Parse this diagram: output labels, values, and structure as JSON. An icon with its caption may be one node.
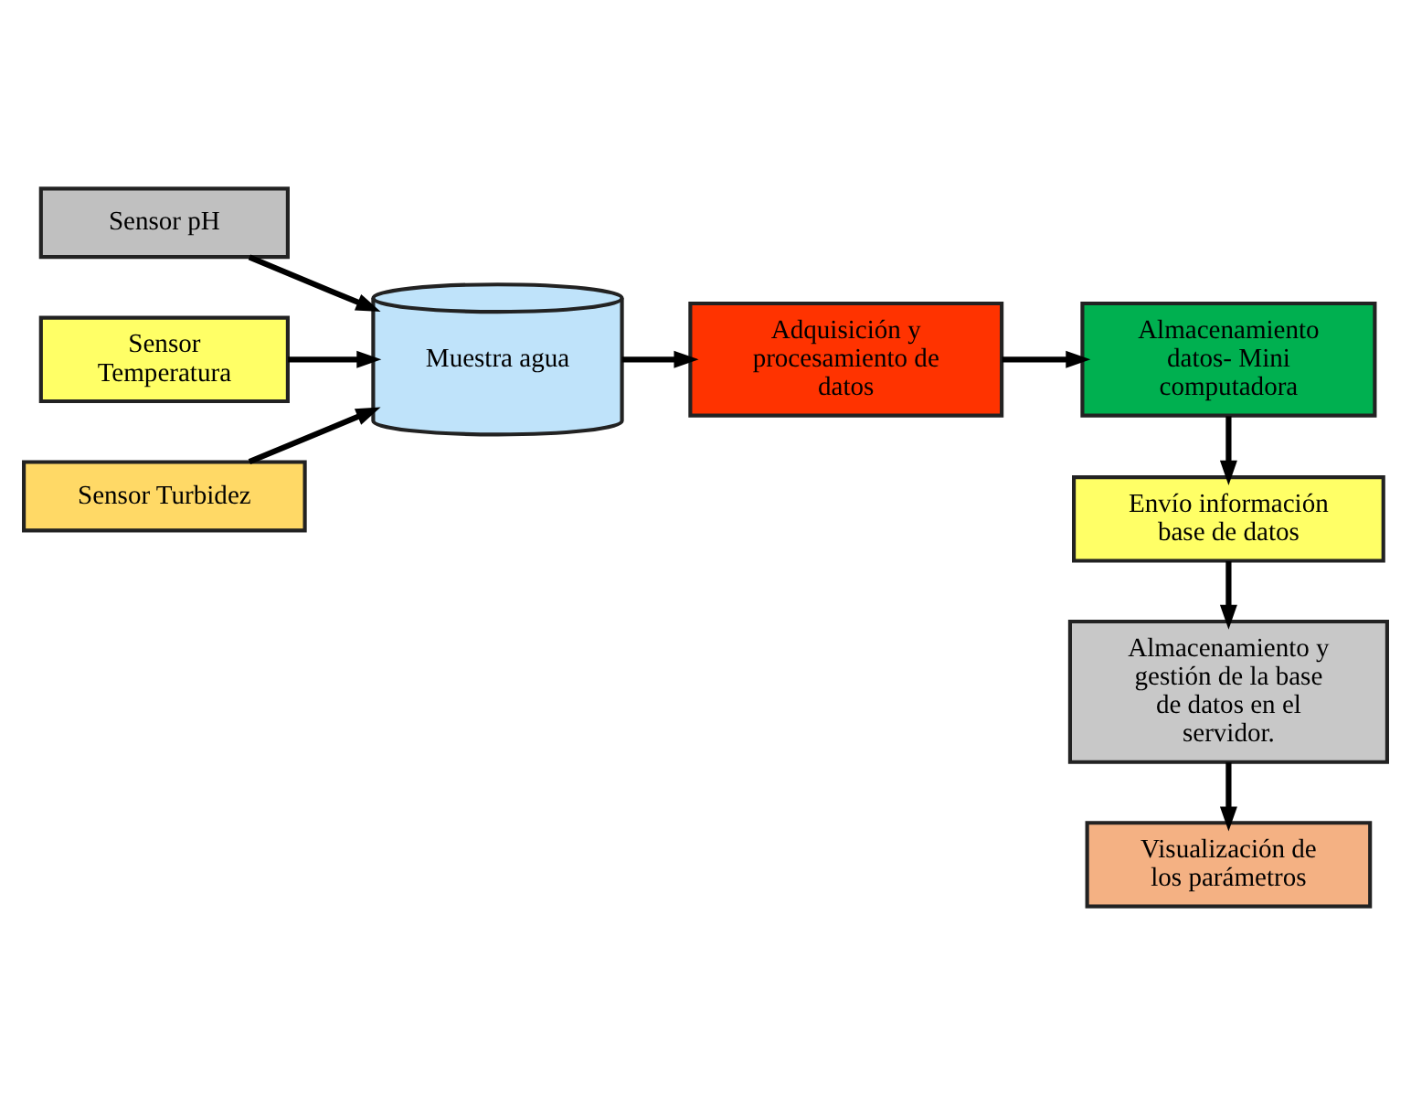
{
  "diagram": {
    "nodes": [
      {
        "text": [
          "Sensor pH"
        ]
      },
      {
        "text": [
          "Sensor Temperatura"
        ]
      },
      {
        "text": [
          "Sensor Turbidez"
        ]
      },
      {
        "text": [
          "Muestra agua"
        ]
      },
      {
        "text": [
          "Adquisición y procesamiento de datos"
        ]
      },
      {
        "text": [
          "Almacenamiento datos- Mini computadora"
        ]
      },
      {
        "text": [
          "Envío información base de datos"
        ]
      },
      {
        "text": [
          "Almacenamiento y gestión de la base de datos en el servidor."
        ]
      },
      {
        "text": [
          "Visualización de los parámetros"
        ]
      }
    ],
    "edges": [
      {
        "from": 0,
        "to": 3,
        "arrow": "to"
      },
      {
        "from": 1,
        "to": 3,
        "arrow": "to"
      },
      {
        "from": 2,
        "to": 3,
        "arrow": "to"
      },
      {
        "from": 3,
        "to": 4,
        "arrow": "to"
      },
      {
        "from": 4,
        "to": 5,
        "arrow": "to"
      },
      {
        "from": 5,
        "to": 6,
        "arrow": "to"
      },
      {
        "from": 6,
        "to": 7,
        "arrow": "to"
      },
      {
        "from": 7,
        "to": 8,
        "arrow": "to"
      }
    ]
  }
}
